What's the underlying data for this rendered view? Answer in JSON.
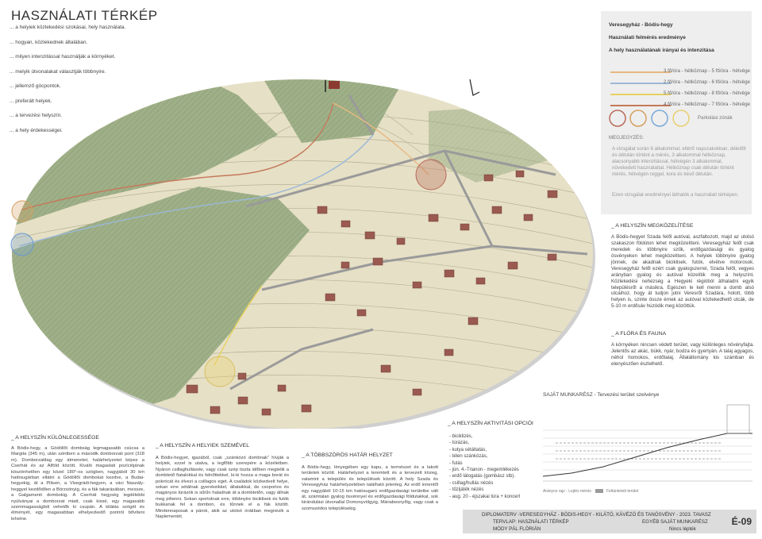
{
  "title": "HASZNÁLATI TÉRKÉP",
  "questions": [
    "... a helyiek közlekedési szokásai, hely használata.",
    "... hogyan, közlekednek általában.",
    "... milyen intenzitással használják a környéket.",
    "... melyik útvonalakat választják többnyire.",
    "... jellemző gócpontok.",
    "... preferált helyek.",
    "... a tervezési helyszín.",
    "... a hely érdekességei."
  ],
  "legend": {
    "place": "Veresegyház - Bódis-hegy",
    "heading": "Használati felmérés eredménye",
    "subheading": "A hely használatának irányai és intenzitása",
    "routes": [
      {
        "label": "3 fő/óra - hétköznap - 5 fő/óra - hétvége",
        "color": "#e8b880"
      },
      {
        "label": "2 fő/óra - hétköznap - 6 fő/óra - hétvége",
        "color": "#9bb8d8"
      },
      {
        "label": "5 fő/óra - hétköznap - 8 fő/óra - hétvége",
        "color": "#e8d060"
      },
      {
        "label": "4 fő/óra - hétköznap - 7 fő/óra - hétvége",
        "color": "#c4785a"
      }
    ],
    "parking_label": "Parkolási zónák",
    "zone_colors": [
      "#b86a5a",
      "#d4a060",
      "#7aa8d8",
      "#e8d070"
    ],
    "note_title": "MEGJEGYZÉS:",
    "note_text": "A vizsgálat során 6 alkalommal, eltérő napszakokban, délelőtt és délután történt a mérés, 3 alkalommal hétköznap, alacsonyabb intenzitással, hétvégén 3 alkalommal, növekedett használattal. Hétköznap csak délután történt mérés, hétvégén reggel, kora és késő délután.",
    "note_text2": "Ezen vizsgálat eredményei láthatók a használati térképen."
  },
  "approach": {
    "heading": "_ A HELYSZÍN MEGKÖZELÍTÉSE",
    "text": "A Bódis-hegyet Szada felől autóval, aszfaltozott, majd az utolsó szakaszon földúton lehet megközelíteni. Veresegyház felől csak meredek és többnyire szűk, erdőgazdasági és gyalog ösvényeken lehet megközelíteni. A helyiek többnyire gyalog jönnek, de akadnak biciklisek, futók, elvétve motorosok. Veresegyház felől ezért csak gyalogszerrel, Szada felől, vegyes arányban gyalog és autóval közelítik meg a helyszínt. Közlekedési nehézség a Hegyeki régióból áthaladni egyik településről a másikra. Egészen le kell menni a domb alsó utcáihoz, hogy át tudjon jutni Veresről Szadára, holott, több helyen is, szinte össze érnek az autóval közlekedhető utcák, de 5-10 m erdősáv húzódik meg közöttük."
  },
  "flora": {
    "heading": "_ A FLÓRA ÉS FAUNA",
    "text": "A környéken nincsen védett terület, vagy különleges növényfajta. Jelentős az akác, bükk, nyár, bodza és gyertyán. A talaj agyagos, néhol homokos, erdőtalaj. Állatállomány kis számban és elenyészően észlelhető."
  },
  "chart": {
    "heading": "SAJÁT MUNKARÉSZ - Tervezési terület szelvénye",
    "left_label": "Arányos rajz - Lejtés mérés",
    "right_label": "Feltüntetett terület"
  },
  "specialty": {
    "heading": "_ A HELYSZÍN KÜLÖNLEGESSÉGE",
    "text": "A Bódis-hegy, a Gödöllői dombság legmagasabb csúcsa a Margita (345 m), után szintben a második domborzati pont (318 m). Domborzatilag egy átmenetet, határhelyzetet képez a Cserhát és az Alföld között. Kiváló magaslati pozíciójának köszönhetően egy közel 180°-os szögben, nagyjából 30 km hatósugárban ellátni a Gödöllői dombokat kezdve, a Budai-hegyekig, át a Pilisen, a Visegrádi-hegyen, a váci Naszály-heggyel kezdődően a Börzsönyig, és a fák takarásában, messze, a Galgamenti dombokig. A Cserhát hegység legdélebbi nyúlványai a domborzat miatt, csak kissé, egy magasabb szemmagasságból vehetők ki csupán. A kilátás szögét és élményét, egy magasabban elhelyezkedő pontról bővíteni lehetne."
  },
  "perception": {
    "heading": "_ A HELYSZÍN A HELYIEK SZEMÉVEL",
    "text": "A Bódis-hegyet, igazából, csak „szánkózó dombnak\" hívják a helyiek, ezzel is utalva, a legfőbb szerepére a közéletben. Nyáron csillaghullásokr, vagy csak szép tiszta időben megtelik a dombtető fiatalokkal és felnőttekkel, ki-ki hozza a maga borát és pokrócát és élvezi a csillagos eget. A családok közkedvelt helye, sokan erre sétálnak gyerekeikkel, állataikkal, de csoportos és magányos túrázók is sűrűn haladnak át a dombtetőn, vagy állnak meg pihenni. Sokan sportolnak erre, többnyire biciklisek és futók bukkanak fel a dombon, és tűnnek el a fák között. Mindennaposak a párok, akik az utolsó órákban megnézik a Naplementét."
  },
  "border": {
    "heading": "_ A TÖBBSZÖRÖS HATÁR HELYZET",
    "text": "A Bódis-hegy, lényegében egy kapu, a természet és a lakott területek között. Határhelyzet a teremtett és a tervezett közeg, valamint a település és települések között. A hely Szada és Veresegyház határhelyzetében található jelenleg. Az erdő innentől egy nagyjából 10-15 km hatósugarú erdőgazdasági területbe vált át, számtalan gyalog ösvénnyel és erdőgazdasági földutakkal, sok kirándulási útvonallal Domonyvölgyig, Máriabesnyőig, vagy csak a szomszédos településekig."
  },
  "activities": {
    "heading": "_ A HELYSZÍN AKTIVITÁSI OPCIÓI",
    "items": [
      "- biciklizés,",
      "- túrázás,",
      "- kutya sétáltatás,",
      "- télen szánkózás,",
      "- futás",
      "- jún. 4.-Trianon - megemlékezés",
      "- erdő látogatás (gombász stb).",
      "- csillag/hullás nézés",
      "- tűzijáték nézés",
      "- aug. 20 - éjszakai túra + koncert"
    ]
  },
  "footer": {
    "line1": "DIPLOMATERV -VERESEGYHÁZ - BÓDIS-HEGY - KILÁTÓ, KÁVÉZÓ ÉS TANÓSVÉNY - 2023. TAVASZ",
    "line2a": "TERVLAP: HASZNÁLATI TÉRKÉP",
    "line2b": "EGYÉB SAJÁT MUNKARÉSZ",
    "line3a": "MÓDY PÁL FLÓRIÁN",
    "line3b": "Nincs lépték",
    "sheet": "É-09"
  }
}
